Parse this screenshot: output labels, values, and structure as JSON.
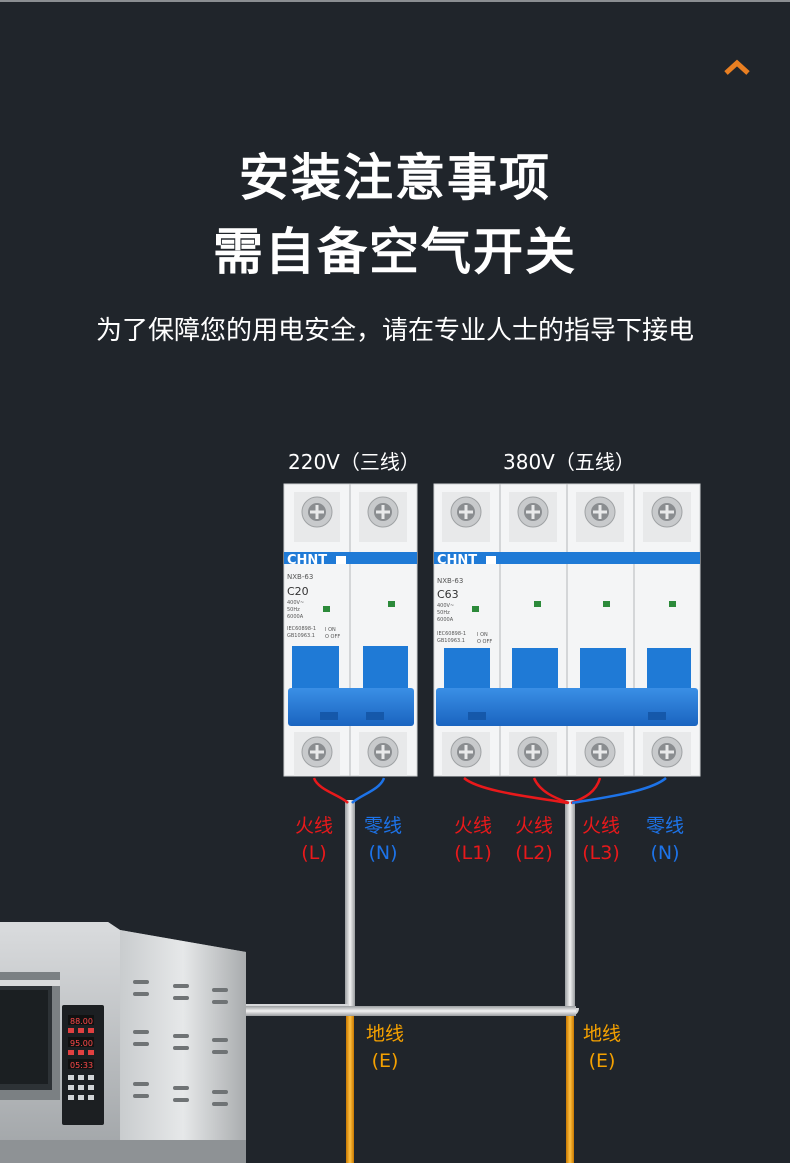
{
  "header": {
    "title_line1": "安装注意事项",
    "title_line2": "需自备空气开关",
    "subtitle": "为了保障您的用电安全，请在专业人士的指导下接电"
  },
  "groups": {
    "three_wire": "220V（三线）",
    "five_wire": "380V（五线）"
  },
  "breakers": {
    "brand": "CHNT",
    "left": {
      "model": "NXB-63",
      "rating": "C20",
      "specs": [
        "400V~",
        "50Hz",
        "6000A"
      ],
      "standards": [
        "IEC60898-1",
        "GB10963.1"
      ],
      "onoff": [
        "I ON",
        "O OFF"
      ]
    },
    "right": {
      "model": "NXB-63",
      "rating": "C63",
      "specs": [
        "400V~",
        "50Hz",
        "6000A"
      ],
      "standards": [
        "IEC60898-1",
        "GB10963.1"
      ],
      "onoff": [
        "I ON",
        "O OFF"
      ]
    }
  },
  "wires": [
    {
      "name": "火线",
      "code": "(L)",
      "color": "red"
    },
    {
      "name": "零线",
      "code": "(N)",
      "color": "blue"
    },
    {
      "name": "火线",
      "code": "(L1)",
      "color": "red"
    },
    {
      "name": "火线",
      "code": "(L2)",
      "color": "red"
    },
    {
      "name": "火线",
      "code": "(L3)",
      "color": "red"
    },
    {
      "name": "零线",
      "code": "(N)",
      "color": "blue"
    }
  ],
  "ground": [
    {
      "name": "地线",
      "code": "(E)"
    },
    {
      "name": "地线",
      "code": "(E)"
    }
  ],
  "oven_display": [
    "88.00",
    "95.00",
    "05:33"
  ],
  "colors": {
    "background": "#20252b",
    "accent": "#e87f22",
    "breaker_blue": "#1f7ad6",
    "live": "#e8191b",
    "neutral": "#1d73e8",
    "ground": "#f5a100"
  }
}
